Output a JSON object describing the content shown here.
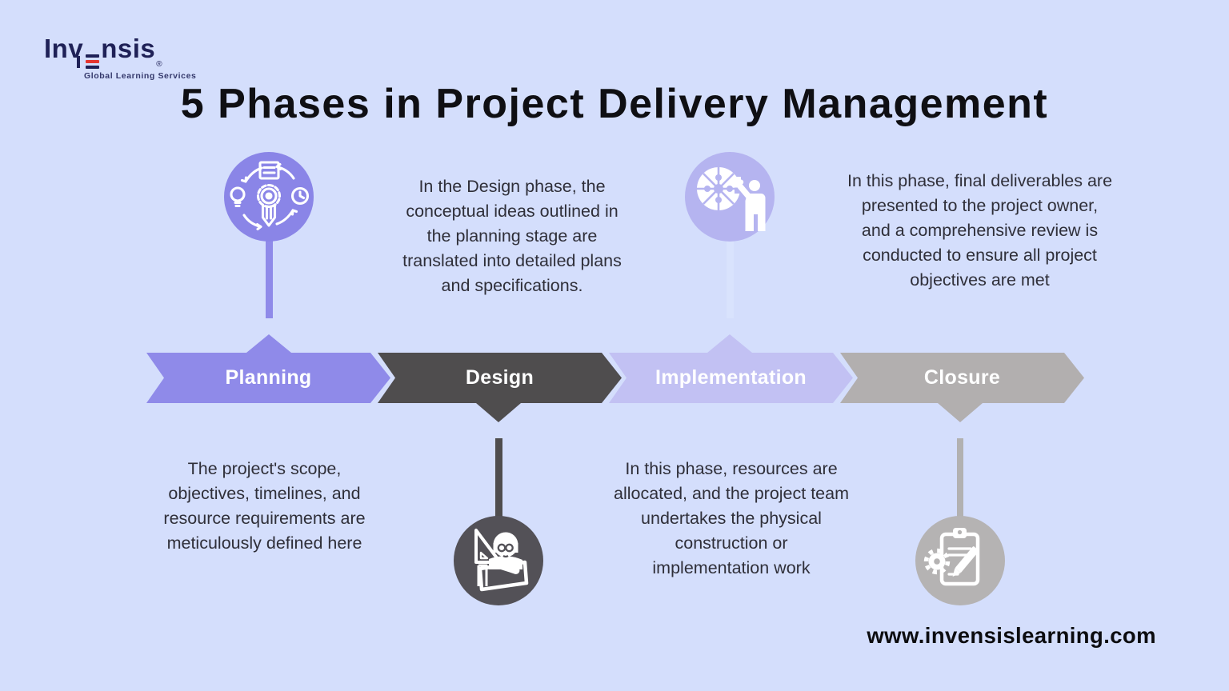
{
  "theme": {
    "bg": "#d4defc",
    "title_color": "#0f0f13",
    "text_color": "#2f2f39",
    "label_color": "#ffffff",
    "planning_color": "#8f8ae9",
    "planning_circle": "#8a85e7",
    "design_color": "#4f4d4e",
    "design_circle": "#535157",
    "implementation_color": "#c2c1f3",
    "implementation_circle": "#b5b4f0",
    "implementation_stem": "#d9e3fd",
    "closure_color": "#b2afaf",
    "closure_circle": "#b5b3b3",
    "logo_navy": "#1f2157",
    "logo_red": "#e53530"
  },
  "logo": {
    "prefix": "Inv",
    "suffix": "nsis",
    "registered": "®",
    "tagline": "Global Learning Services"
  },
  "header": {
    "title": "5 Phases in Project Delivery Management"
  },
  "phases": [
    {
      "label": "Planning",
      "icon": "planning-cycle-pencil-gear-icon",
      "description": "The project's scope,\nobjectives, timelines, and\nresource requirements are\nmeticulously defined here"
    },
    {
      "label": "Design",
      "icon": "designer-drafting-board-icon",
      "description": "In the Design phase, the\nconceptual ideas outlined in\nthe planning stage are\ntranslated into detailed plans\nand specifications."
    },
    {
      "label": "Implementation",
      "icon": "person-puzzle-icon",
      "description": "In this phase, resources are\nallocated, and the project team\nundertakes the physical\nconstruction or\nimplementation work"
    },
    {
      "label": "Closure",
      "icon": "clipboard-gear-pencil-icon",
      "description": "In this phase, final deliverables are\npresented to the project owner,\nand a comprehensive review is\nconducted to ensure all project\nobjectives are met"
    }
  ],
  "footer": {
    "website": "www.invensislearning.com"
  }
}
